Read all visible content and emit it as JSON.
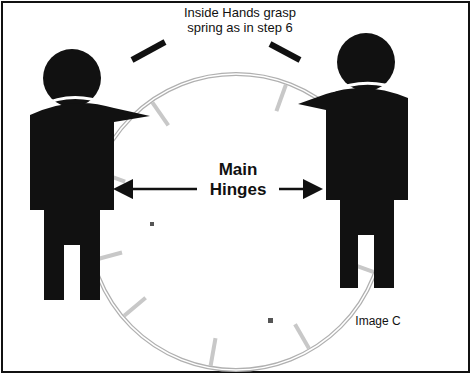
{
  "diagram": {
    "labels": [
      "Inside Hands grasp spring as in step 6",
      "Main Hinges",
      "Image C"
    ]
  }
}
